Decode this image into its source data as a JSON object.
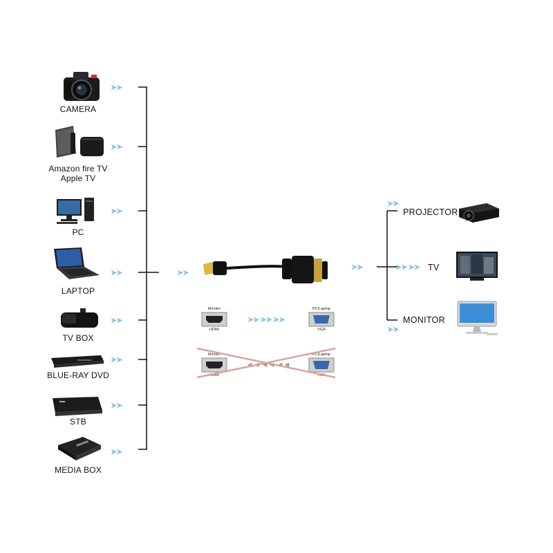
{
  "sources": [
    {
      "id": "camera",
      "label": "CAMERA",
      "icon": "camera-icon"
    },
    {
      "id": "amazon",
      "label_lines": [
        "Amazon fire TV",
        "Apple TV"
      ],
      "icon": "streaming-box-icon"
    },
    {
      "id": "pc",
      "label": "PC",
      "icon": "desktop-pc-icon"
    },
    {
      "id": "laptop",
      "label": "LAPTOP",
      "icon": "laptop-icon"
    },
    {
      "id": "tvbox",
      "label": "TV BOX",
      "icon": "tv-box-icon"
    },
    {
      "id": "bluray",
      "label": "BLUE-RAY DVD",
      "icon": "bluray-player-icon"
    },
    {
      "id": "stb",
      "label": "STB",
      "icon": "set-top-box-icon"
    },
    {
      "id": "mediabox",
      "label": "MEDIA BOX",
      "icon": "media-box-icon"
    }
  ],
  "outputs": [
    {
      "id": "projector",
      "label": "PROJECTOR",
      "icon": "projector-icon"
    },
    {
      "id": "tv",
      "label": "TV",
      "icon": "tv-icon"
    },
    {
      "id": "monitor",
      "label": "MONITOR",
      "icon": "monitor-icon"
    }
  ],
  "arrow_glyph": "➤➤",
  "arrow_glyph_long": "➤➤ ➤➤",
  "connector_valid": {
    "left_top": "Monitor",
    "left_bottom": "HDMI",
    "right_top": "PC/Laptop",
    "right_bottom": "VGA",
    "arrows": "➤➤ ➤➤ ➤➤"
  },
  "connector_invalid": {
    "left_top": "Monitor",
    "left_bottom": "HDMI",
    "right_top": "PC/Laptop",
    "right_bottom": "VGA",
    "arrows": "◄◄ ◄◄ ◄◄"
  },
  "colors": {
    "arrow": "#8ec2de",
    "cross": "#d9a49c",
    "line": "#111111",
    "gold": "#c9a13b"
  }
}
